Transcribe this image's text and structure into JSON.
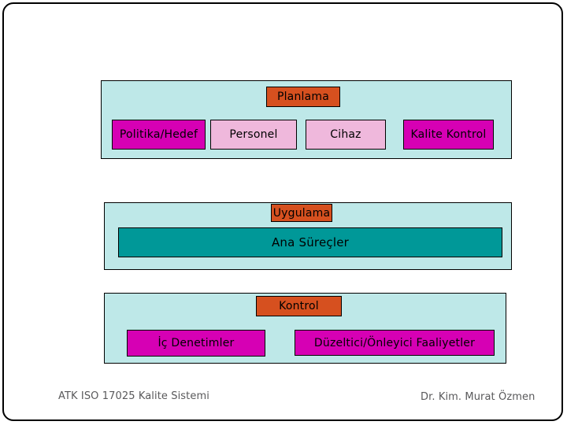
{
  "slide": {
    "background_color": "#FFFFFF",
    "frame_color": "#000000",
    "panel_color": "#BEE8E8"
  },
  "phases": [
    {
      "id": "planlama",
      "header": {
        "label": "Planlama",
        "color": "#D6501F"
      },
      "items": [
        {
          "label": "Politika/Hedef",
          "color": "#D600B4"
        },
        {
          "label": "Personel",
          "color": "#EFB8DC"
        },
        {
          "label": "Cihaz",
          "color": "#EFB8DC"
        },
        {
          "label": "Kalite Kontrol",
          "color": "#D600B4"
        }
      ]
    },
    {
      "id": "uygulama",
      "header": {
        "label": "Uygulama",
        "color": "#D6501F"
      },
      "items": [
        {
          "label": "Ana  Süreçler",
          "color": "#009898"
        }
      ]
    },
    {
      "id": "kontrol",
      "header": {
        "label": "Kontrol",
        "color": "#D6501F"
      },
      "items": [
        {
          "label": "İç Denetimler",
          "color": "#D600B4"
        },
        {
          "label": "Düzeltici/Önleyici Faaliyetler",
          "color": "#D600B4"
        }
      ]
    }
  ],
  "footer": {
    "left": "ATK ISO 17025 Kalite Sistemi",
    "right": "Dr. Kim. Murat Özmen",
    "color": "#59595B"
  }
}
